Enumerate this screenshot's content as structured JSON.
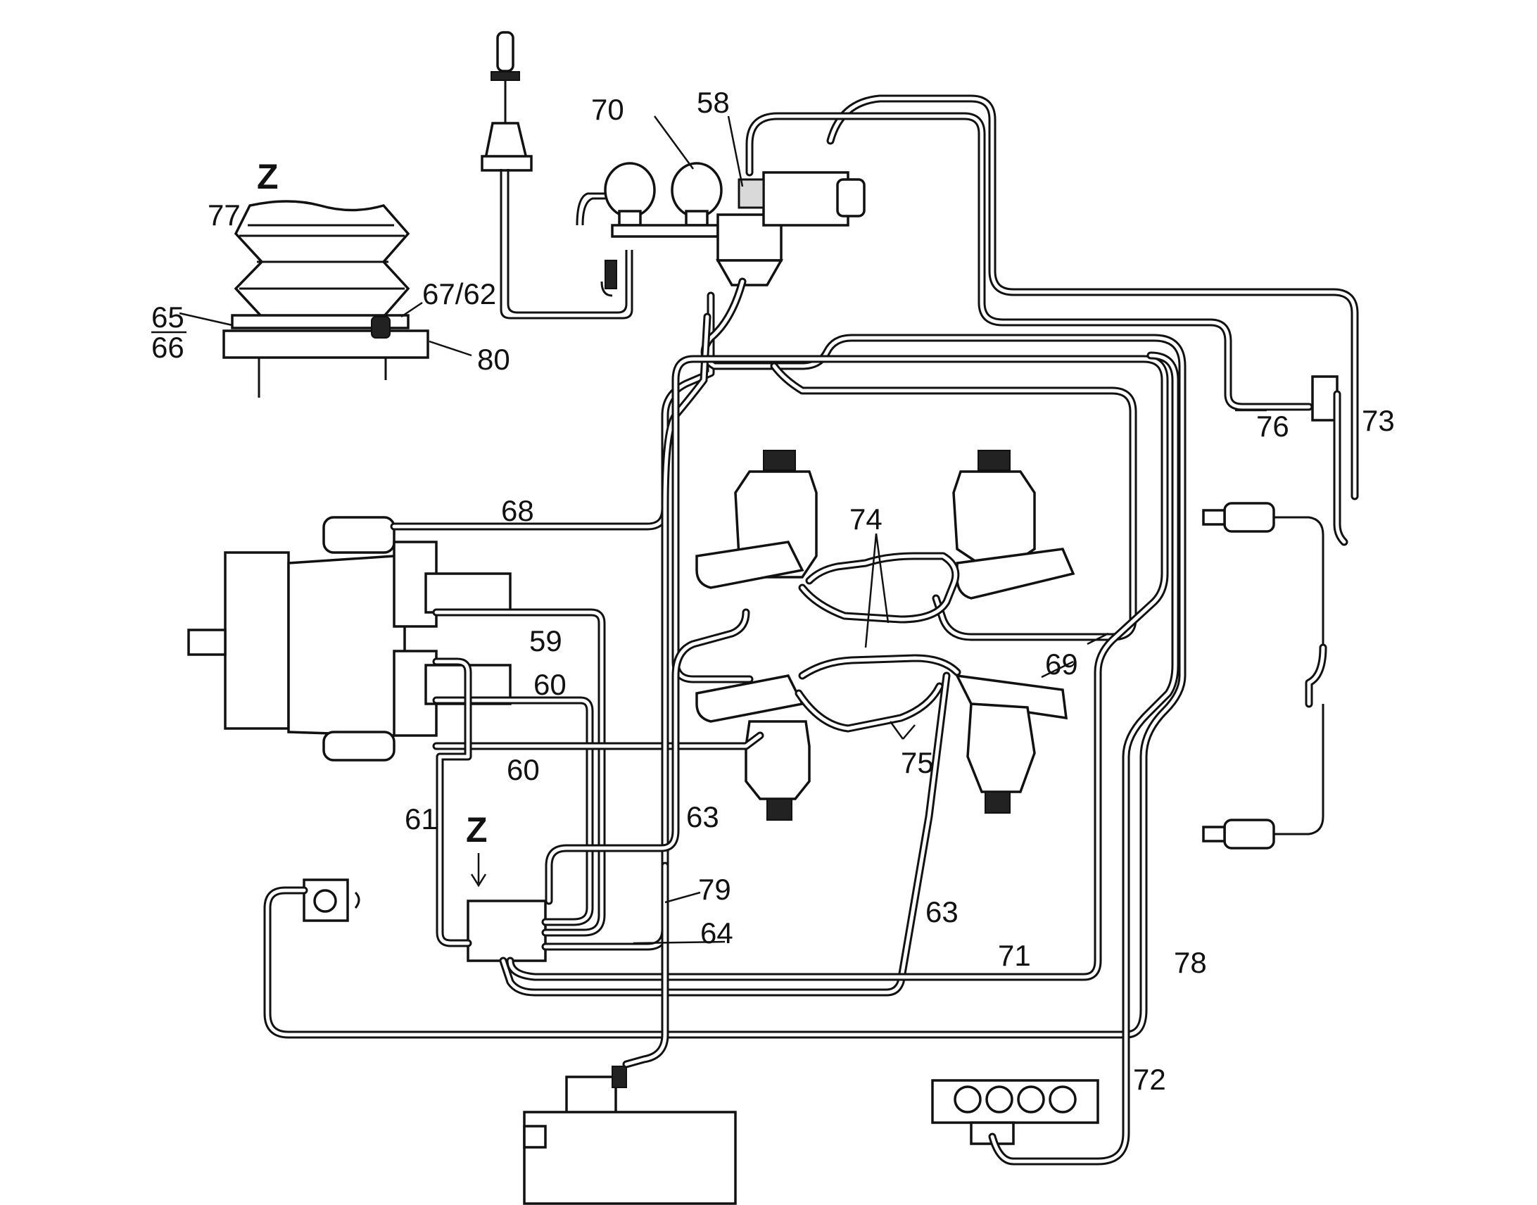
{
  "diagram": {
    "view_marker": "Z",
    "labels": [
      {
        "id": "58",
        "text": "58"
      },
      {
        "id": "59",
        "text": "59"
      },
      {
        "id": "60a",
        "text": "60"
      },
      {
        "id": "60b",
        "text": "60"
      },
      {
        "id": "61",
        "text": "61"
      },
      {
        "id": "63a",
        "text": "63"
      },
      {
        "id": "63b",
        "text": "63"
      },
      {
        "id": "64",
        "text": "64"
      },
      {
        "id": "65",
        "text": "65"
      },
      {
        "id": "66",
        "text": "66"
      },
      {
        "id": "6762",
        "text": "67/62"
      },
      {
        "id": "68",
        "text": "68"
      },
      {
        "id": "69",
        "text": "69"
      },
      {
        "id": "70",
        "text": "70"
      },
      {
        "id": "71",
        "text": "71"
      },
      {
        "id": "72",
        "text": "72"
      },
      {
        "id": "73",
        "text": "73"
      },
      {
        "id": "74",
        "text": "74"
      },
      {
        "id": "75",
        "text": "75"
      },
      {
        "id": "76",
        "text": "76"
      },
      {
        "id": "77",
        "text": "77"
      },
      {
        "id": "78",
        "text": "78"
      },
      {
        "id": "79",
        "text": "79"
      },
      {
        "id": "80",
        "text": "80"
      }
    ]
  }
}
